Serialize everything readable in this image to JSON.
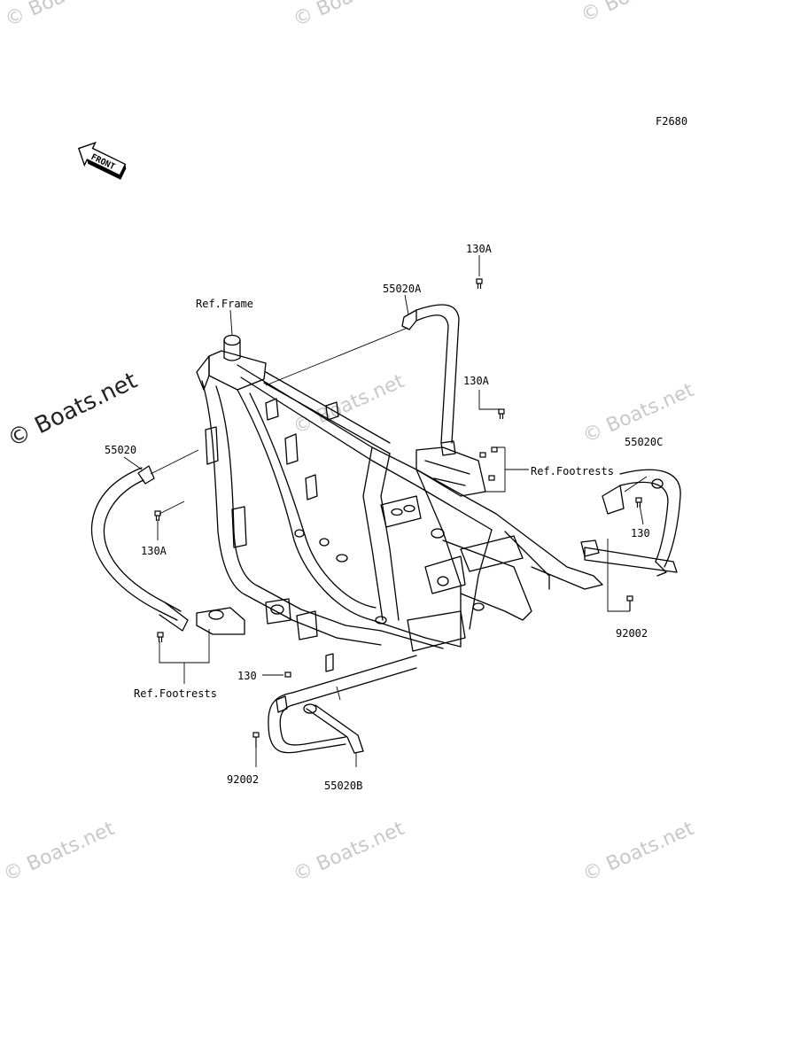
{
  "diagram": {
    "figure_code": "F2680",
    "front_label": "FRONT",
    "watermark_text": "© Boats.net",
    "labels": {
      "ref_frame": "Ref.Frame",
      "part_55020A": "55020A",
      "part_130A_top": "130A",
      "part_130A_mid": "130A",
      "ref_footrests_right": "Ref.Footrests",
      "part_55020C": "55020C",
      "part_130_right": "130",
      "part_92002_right": "92002",
      "part_55020": "55020",
      "part_130A_left": "130A",
      "ref_footrests_left": "Ref.Footrests",
      "part_130_bottom": "130",
      "part_92002_bottom": "92002",
      "part_55020B": "55020B"
    }
  },
  "colors": {
    "line": "#000000",
    "watermark": "#c8c8c8",
    "background": "#ffffff"
  }
}
